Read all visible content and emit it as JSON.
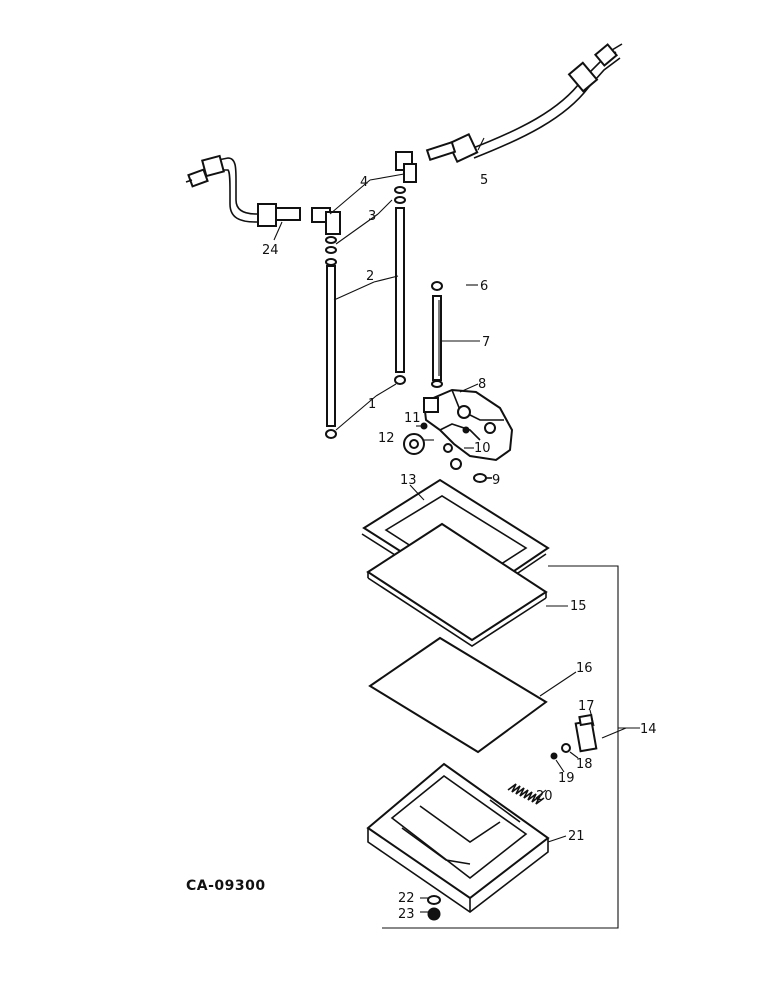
{
  "drawing_code": "CA-09300",
  "callouts": [
    "1",
    "2",
    "3",
    "4",
    "5",
    "6",
    "7",
    "8",
    "9",
    "10",
    "11",
    "12",
    "13",
    "14",
    "15",
    "16",
    "17",
    "18",
    "19",
    "20",
    "21",
    "22",
    "23",
    "24"
  ]
}
